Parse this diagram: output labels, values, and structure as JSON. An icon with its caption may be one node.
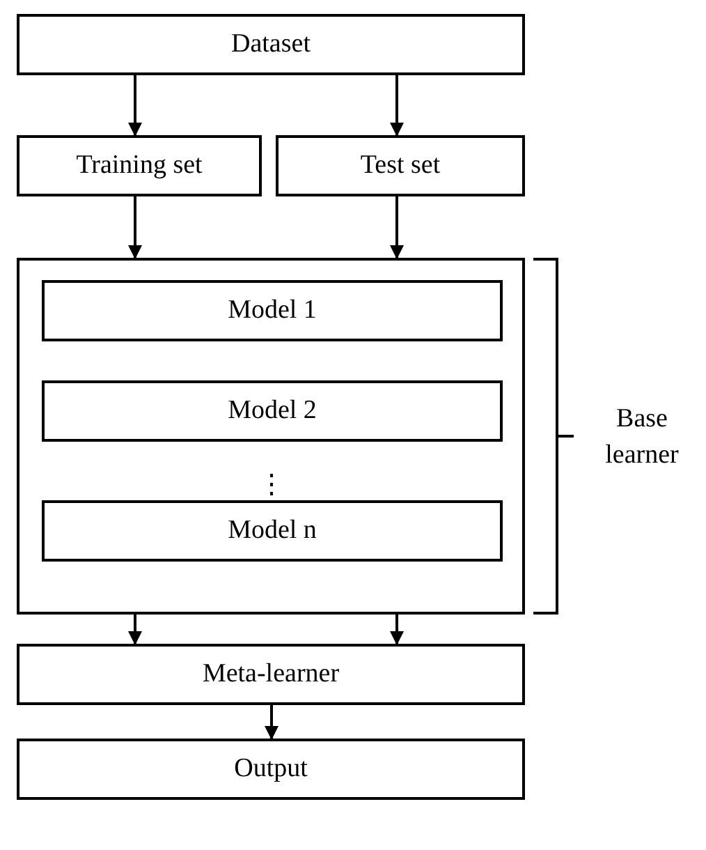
{
  "diagram": {
    "nodes": [
      {
        "text": [
          "Dataset"
        ]
      },
      {
        "text": [
          "Training set"
        ]
      },
      {
        "text": [
          "Test set"
        ]
      },
      {
        "text": [],
        "shape": "box"
      },
      {
        "text": [
          "Model 1"
        ],
        "in": 3
      },
      {
        "text": [
          "Model 2"
        ],
        "in": 3
      },
      {
        "text": [
          "Model n"
        ],
        "in": 3
      },
      {
        "text": [
          "Meta-learner"
        ]
      },
      {
        "text": [
          "Output"
        ]
      }
    ],
    "edges": [
      {
        "from": 0,
        "to": 1,
        "arrow": "to"
      },
      {
        "from": 0,
        "to": 2,
        "arrow": "to"
      },
      {
        "from": 1,
        "to": 3,
        "arrow": "to"
      },
      {
        "from": 2,
        "to": 3,
        "arrow": "to"
      },
      {
        "from": 3,
        "to": 7,
        "arrow": "to"
      },
      {
        "from": 3,
        "to": 7,
        "arrow": "to"
      },
      {
        "from": 7,
        "to": 8,
        "arrow": "to"
      }
    ],
    "labels": [
      "⋮",
      "Base learner"
    ]
  }
}
